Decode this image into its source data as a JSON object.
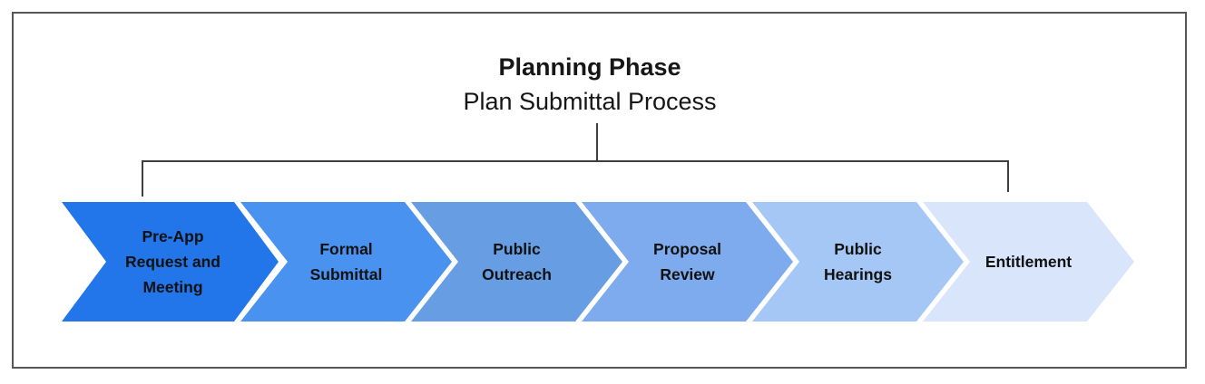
{
  "figure": {
    "title": "Planning Phase",
    "subtitle": "Plan Submittal Process"
  },
  "frame": {
    "border_color": "#565656"
  },
  "connector": {
    "color": "#3f3f3f"
  },
  "process": {
    "text_color": "#111111",
    "steps": [
      {
        "label": "Pre-App\nRequest and\nMeeting",
        "color": "#2276e9"
      },
      {
        "label": "Formal\nSubmittal",
        "color": "#4a92f0"
      },
      {
        "label": "Public\nOutreach",
        "color": "#679de3"
      },
      {
        "label": "Proposal\nReview",
        "color": "#7dabee"
      },
      {
        "label": "Public\nHearings",
        "color": "#a4c7f6"
      },
      {
        "label": "Entitlement",
        "color": "#d9e5fb"
      }
    ]
  }
}
